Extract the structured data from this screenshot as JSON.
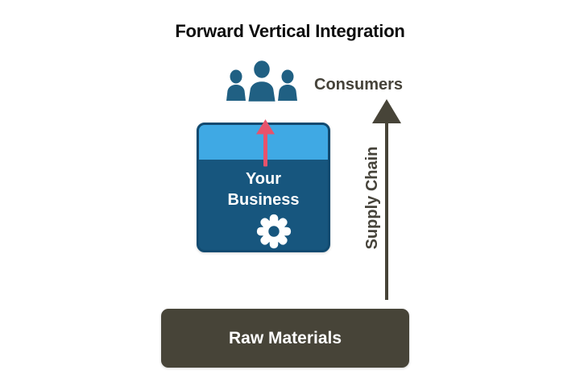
{
  "title": "Forward Vertical Integration",
  "consumers": {
    "label": "Consumers",
    "icon": "people-group-icon"
  },
  "business": {
    "line1": "Your",
    "line2": "Business",
    "icon": "gear-icon"
  },
  "integration_arrow": {
    "icon": "up-arrow-icon",
    "direction": "up",
    "meaning": "business expanding forward toward consumers"
  },
  "supply_chain": {
    "label": "Supply Chain",
    "icon": "up-arrow-icon",
    "direction": "up"
  },
  "raw_materials": {
    "label": "Raw Materials"
  },
  "colors": {
    "title_text": "#0d0d0d",
    "people_teal": "#206083",
    "box_border": "#114a70",
    "box_dark_blue": "#17567e",
    "box_light_blue": "#3fa9e4",
    "integration_arrow_pink": "#e8526b",
    "olive_dark": "#474438",
    "label_on_dark": "#ffffff"
  }
}
